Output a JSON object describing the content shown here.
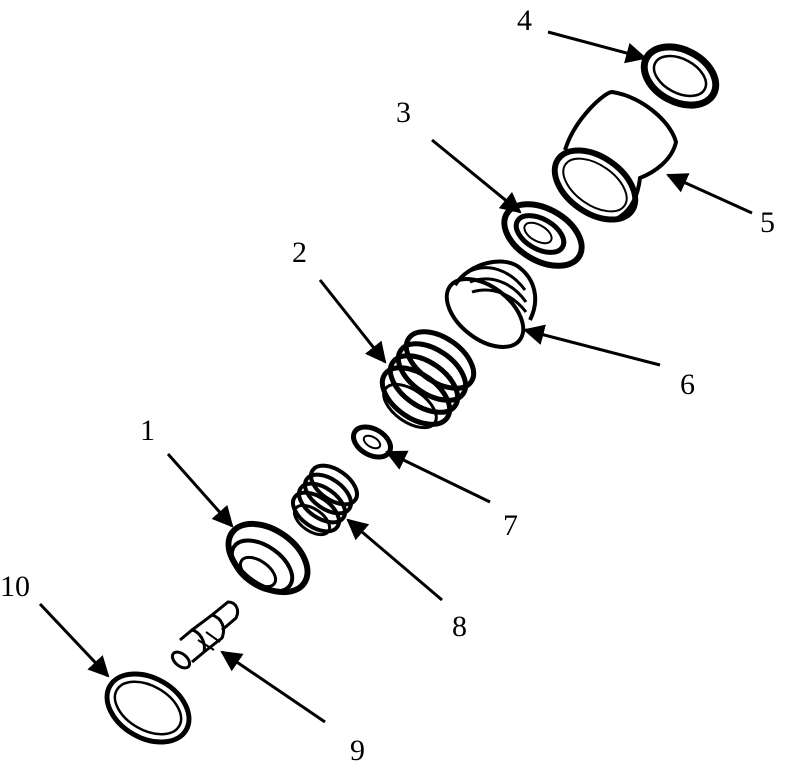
{
  "diagram": {
    "callouts": [
      {
        "id": "1",
        "text": "1"
      },
      {
        "id": "2",
        "text": "2"
      },
      {
        "id": "3",
        "text": "3"
      },
      {
        "id": "4",
        "text": "4"
      },
      {
        "id": "5",
        "text": "5"
      },
      {
        "id": "6",
        "text": "6"
      },
      {
        "id": "7",
        "text": "7"
      },
      {
        "id": "8",
        "text": "8"
      },
      {
        "id": "9",
        "text": "9"
      },
      {
        "id": "10",
        "text": "10"
      }
    ],
    "colors": {
      "ink": "#000000",
      "background": "#ffffff"
    }
  }
}
